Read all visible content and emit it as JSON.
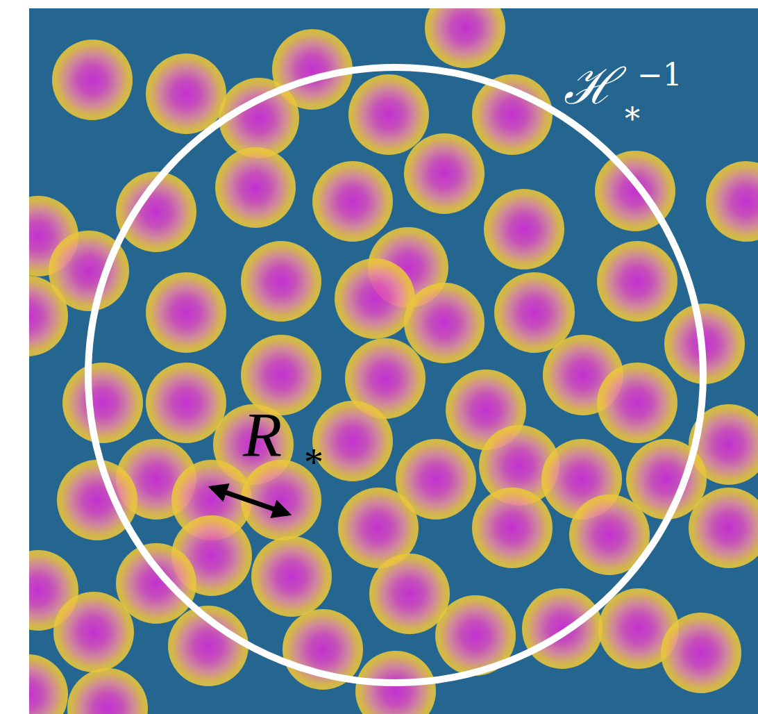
{
  "diagram": {
    "labels": [
      "ℋ",
      "−1",
      "*",
      "R",
      "*"
    ]
  }
}
